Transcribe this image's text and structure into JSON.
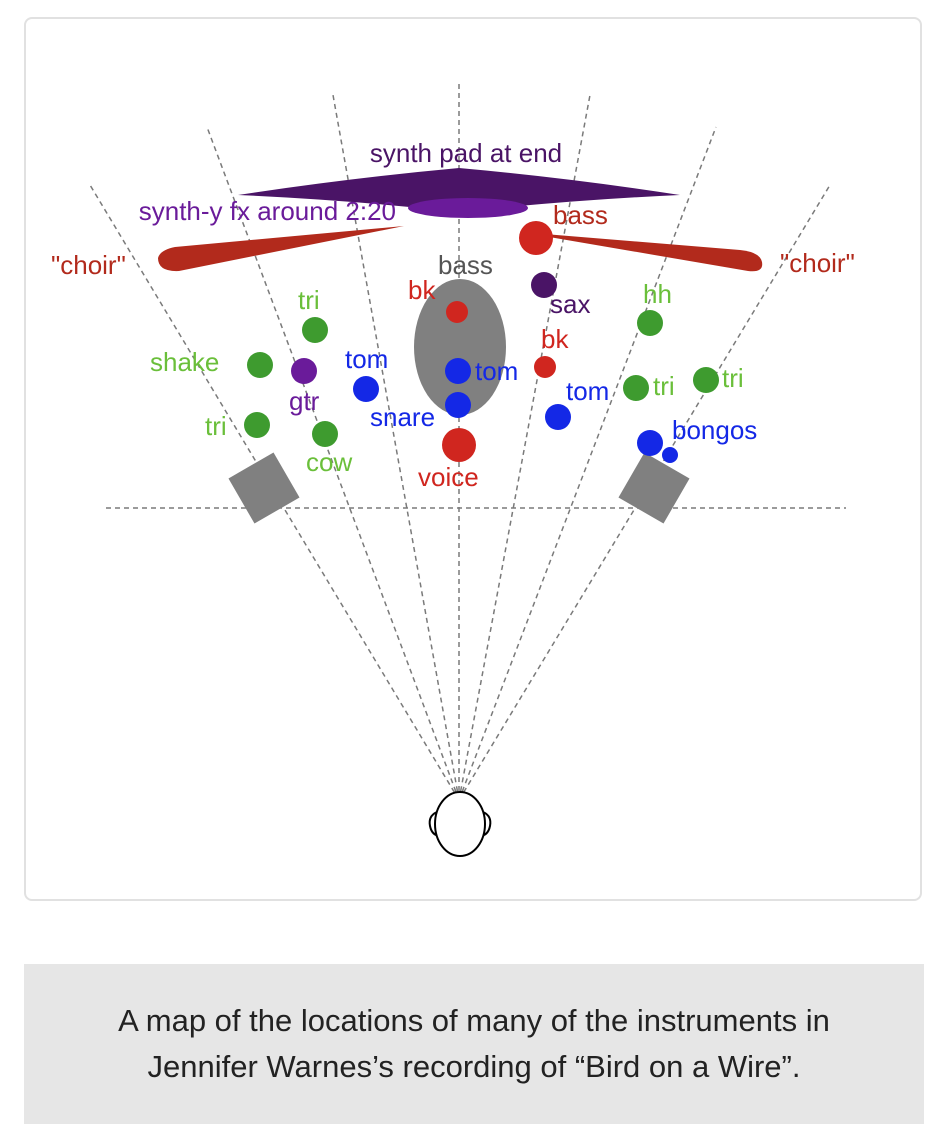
{
  "diagram": {
    "labels": {
      "synth_pad": "synth pad at end",
      "synth_fx": "synth-y fx around 2:20",
      "bass_top": "bass",
      "choir_left": "\"choir\"",
      "choir_right": "\"choir\"",
      "bass_center": "bass",
      "bk_left": "bk",
      "sax": "sax",
      "bk_right": "bk",
      "tri_top_left": "tri",
      "hh": "hh",
      "shake": "shake",
      "gtr": "gtr",
      "tom_left": "tom",
      "tom_center": "tom",
      "tom_right": "tom",
      "tri_right_1": "tri",
      "tri_right_2": "tri",
      "snare": "snare",
      "tri_bottom_left": "tri",
      "cow": "cow",
      "voice": "voice",
      "bongos": "bongos"
    },
    "colors": {
      "red": "#d0261f",
      "darkred": "#b22a1c",
      "purple": "#6a1b9a",
      "darkpurple": "#4a1466",
      "green": "#3e9b2f",
      "green_text": "#6abf3a",
      "blue": "#1428e6",
      "gray": "#808080",
      "dash": "#7a7a7a"
    }
  },
  "caption": {
    "text": "A map of the locations of many of the instruments in Jennifer Warnes’s recording of “Bird on a Wire”."
  }
}
